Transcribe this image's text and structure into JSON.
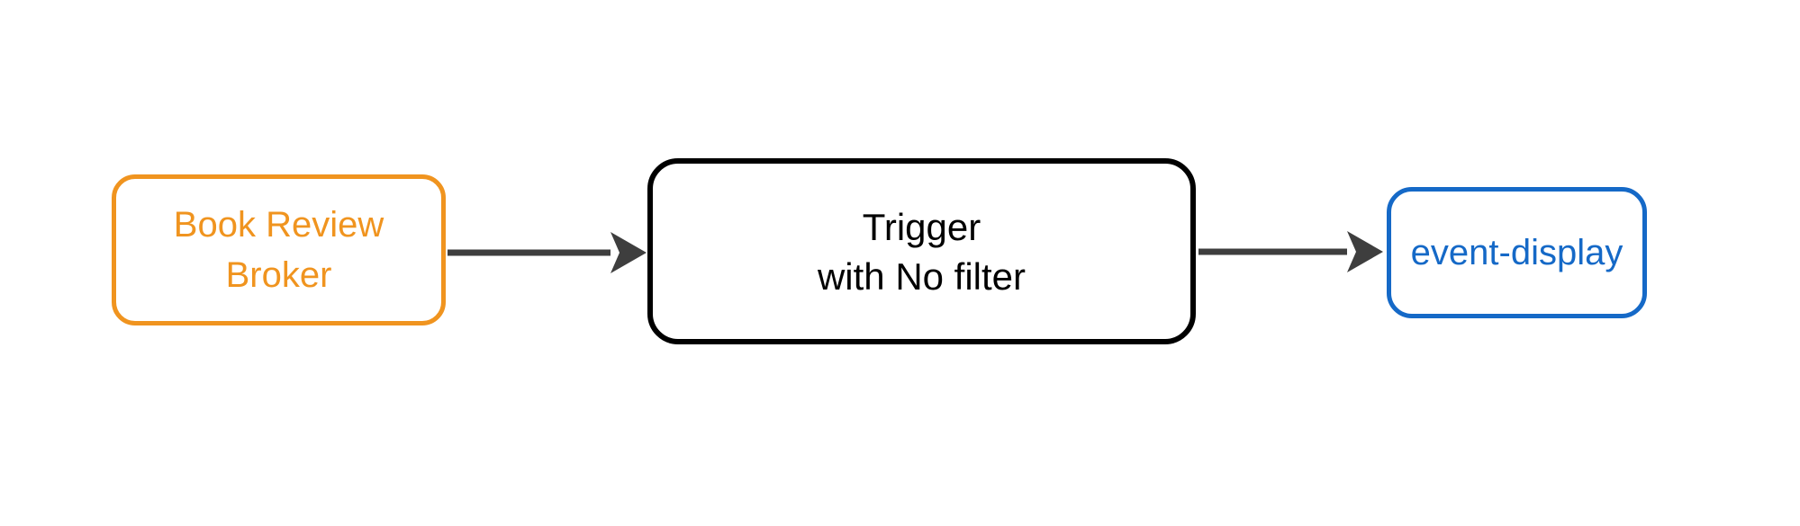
{
  "diagram": {
    "background": "#ffffff",
    "edge_color": "#3E3E3E",
    "nodes": {
      "broker": {
        "label": "Book Review\nBroker",
        "color": "#F0941F",
        "shape": "rounded-rect"
      },
      "trigger": {
        "label": "Trigger\nwith No filter",
        "color": "#000000",
        "shape": "rounded-rect"
      },
      "sink": {
        "label": "event-display",
        "color": "#1569C7",
        "shape": "rounded-rect"
      }
    },
    "edges": [
      {
        "from": "broker",
        "to": "trigger",
        "style": "arrow"
      },
      {
        "from": "trigger",
        "to": "sink",
        "style": "arrow"
      }
    ]
  }
}
